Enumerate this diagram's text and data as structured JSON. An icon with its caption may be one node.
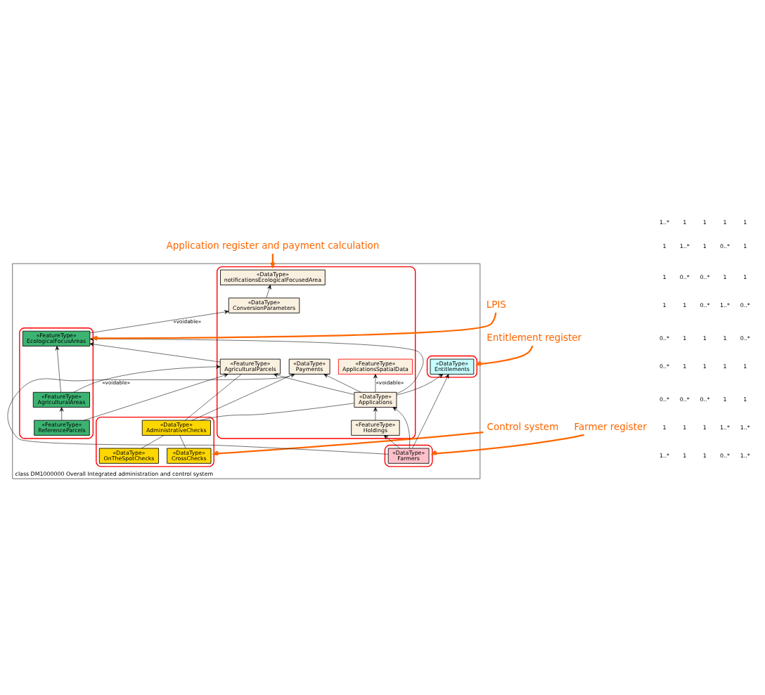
{
  "diagram": {
    "nodes": [
      {
        "text": [
          "Control system"
        ]
      },
      {
        "text": [
          "class DM1000000 Overall Integrated administration and control system"
        ]
      },
      {
        "text": [],
        "shape": "cloud",
        "in": 1
      },
      {
        "text": [
          "«DataType»",
          "CrossChecks"
        ],
        "in": 2
      },
      {
        "text": [
          "«DataType»",
          "OnTheSpotChecks"
        ],
        "in": 2
      },
      {
        "text": [
          "«DataType»",
          "AdministrativeChecks"
        ],
        "in": 2
      },
      {
        "text": [
          "Application register and payment calculation"
        ]
      },
      {
        "text": [
          "LPIS"
        ]
      },
      {
        "text": [],
        "shape": "cloud",
        "in": 1
      },
      {
        "text": [
          "«DataType»",
          "notificationsEcologicalFocusedArea"
        ],
        "in": 8
      },
      {
        "text": [
          "«DataType»",
          "ConversionParameters"
        ],
        "in": 8
      },
      {
        "text": [
          "«DataType»",
          "Payments"
        ],
        "in": 8
      },
      {
        "text": [
          "«DataType»",
          "Applications"
        ],
        "in": 8
      },
      {
        "text": [
          "«FeatureType»",
          "AgriculturalParcels"
        ],
        "in": 8
      },
      {
        "text": [
          "«FeatureType»",
          "ApplicationsSpatialData"
        ],
        "in": 8
      },
      {
        "text": [
          "«FeatureType»",
          "Holdings"
        ],
        "in": 8
      },
      {
        "text": [],
        "shape": "cloud",
        "in": 1
      },
      {
        "text": [
          "«FeatureType»",
          "EcologicalFocusAreas"
        ],
        "in": 16
      },
      {
        "text": [
          "«FeatureType»",
          "AgriculturalAreas"
        ],
        "in": 16
      },
      {
        "text": [
          "«FeatureType»",
          "ReferenceParcels"
        ],
        "in": 16
      },
      {
        "text": [
          "Farmer register"
        ]
      },
      {
        "text": [],
        "shape": "cloud",
        "in": 1
      },
      {
        "text": [
          "«DataType»",
          "Farmers"
        ],
        "in": 21
      },
      {
        "text": [],
        "shape": "cloud",
        "in": 1
      },
      {
        "text": [
          "«DataType»",
          "Entitlements"
        ],
        "in": 23
      },
      {
        "text": [
          "Entitlement register"
        ]
      }
    ],
    "edges": [
      {
        "from": 0,
        "to": 2,
        "arrow": "to",
        "style": "thick",
        "color": "#ff6600"
      },
      {
        "from": 6,
        "to": 8,
        "arrow": "to",
        "style": "thick",
        "color": "#ff6600"
      },
      {
        "from": 7,
        "to": 16,
        "arrow": "to",
        "style": "thick",
        "color": "#ff6600"
      },
      {
        "from": 20,
        "to": 21,
        "arrow": "to",
        "style": "thick",
        "color": "#ff6600"
      },
      {
        "from": 25,
        "to": 23,
        "arrow": "to",
        "style": "thick",
        "color": "#ff6600"
      },
      {
        "from": 3,
        "to": 5,
        "arrow": "none"
      },
      {
        "from": 4,
        "to": 5,
        "arrow": "none"
      },
      {
        "from": 5,
        "to": 11,
        "arrow": "none"
      },
      {
        "from": 5,
        "to": 12,
        "arrow": "none"
      },
      {
        "from": 5,
        "to": 13,
        "arrow": "none"
      },
      {
        "from": 10,
        "to": 9,
        "arrow": "to"
      },
      {
        "from": 17,
        "to": 10,
        "arrow": "to",
        "label": "«voidable»"
      },
      {
        "from": 12,
        "to": 17,
        "arrow": "to"
      },
      {
        "from": 13,
        "to": 17,
        "arrow": "to"
      },
      {
        "from": 18,
        "to": 17,
        "arrow": "to"
      },
      {
        "from": 18,
        "to": 13,
        "arrow": "to",
        "label": "«voidable»"
      },
      {
        "from": 19,
        "to": 18,
        "arrow": "to"
      },
      {
        "from": 19,
        "to": 13,
        "arrow": "to"
      },
      {
        "from": 12,
        "to": 11,
        "arrow": "to"
      },
      {
        "from": 12,
        "to": 13,
        "arrow": "to"
      },
      {
        "from": 12,
        "to": 14,
        "arrow": "to",
        "label": "«voidable»"
      },
      {
        "from": 12,
        "to": 24,
        "arrow": "to"
      },
      {
        "from": 22,
        "to": 11,
        "arrow": "to"
      },
      {
        "from": 22,
        "to": 12,
        "arrow": "to"
      },
      {
        "from": 15,
        "to": 12,
        "arrow": "to"
      },
      {
        "from": 22,
        "to": 15,
        "arrow": "to"
      },
      {
        "from": 22,
        "to": 24,
        "arrow": "to"
      }
    ],
    "labels": [
      "1..*",
      "0..*",
      "1",
      "1",
      "1..*",
      "1..*",
      "1..*",
      "1",
      "1",
      "1",
      "1",
      "1",
      "0..*",
      "0..*",
      "0..*",
      "1",
      "1",
      "1",
      "1",
      "0..*",
      "0..*",
      "1",
      "1",
      "1",
      "0..*",
      "0..*",
      "1..*",
      "0..*",
      "1",
      "1",
      "1",
      "1",
      "0..*",
      "0..*",
      "1",
      "1",
      "0..*",
      "1",
      "1..*",
      "1",
      "1",
      "1",
      "1",
      "1",
      "1..*"
    ]
  }
}
